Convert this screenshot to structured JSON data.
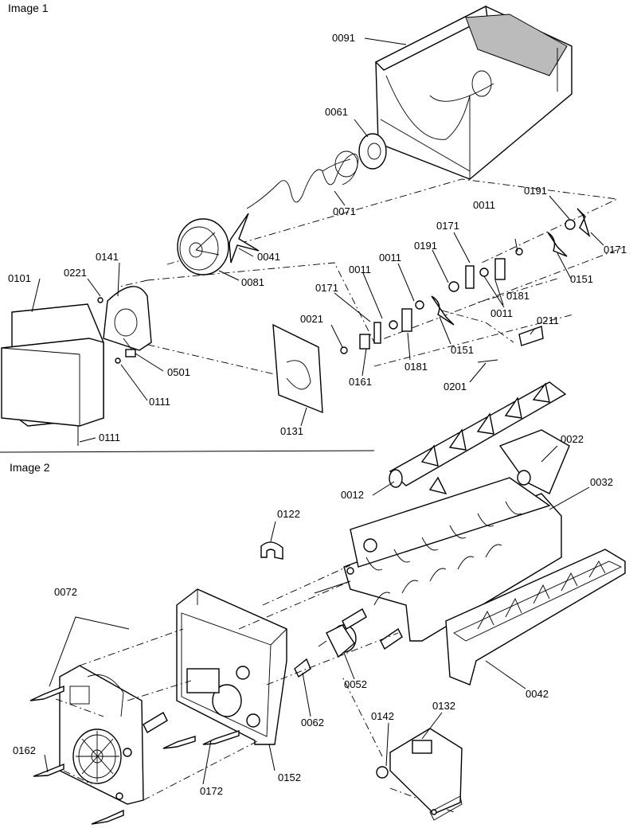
{
  "sections": {
    "image1": "Image 1",
    "image2": "Image 2"
  },
  "parts": {
    "p0091": "0091",
    "p0061": "0061",
    "p0071": "0071",
    "p0041": "0041",
    "p0081": "0081",
    "p0011_a": "0011",
    "p0191_a": "0191",
    "p0171_a": "0171",
    "p0171_b": "0171",
    "p0011_b": "0011",
    "p0011_c": "0011",
    "p0191_b": "0191",
    "p0171_c": "0171",
    "p0151_a": "0151",
    "p0181_a": "0181",
    "p0011_d": "0011",
    "p0141": "0141",
    "p0221": "0221",
    "p0101": "0101",
    "p0021": "0021",
    "p0151_b": "0151",
    "p0211": "0211",
    "p0181_b": "0181",
    "p0161": "0161",
    "p0501": "0501",
    "p0111_a": "0111",
    "p0201": "0201",
    "p0131": "0131",
    "p0111_b": "0111",
    "p0022": "0022",
    "p0012": "0012",
    "p0032": "0032",
    "p0122": "0122",
    "p0072": "0072",
    "p0052": "0052",
    "p0062": "0062",
    "p0042": "0042",
    "p0142": "0142",
    "p0132": "0132",
    "p0162": "0162",
    "p0172": "0172",
    "p0152": "0152"
  }
}
